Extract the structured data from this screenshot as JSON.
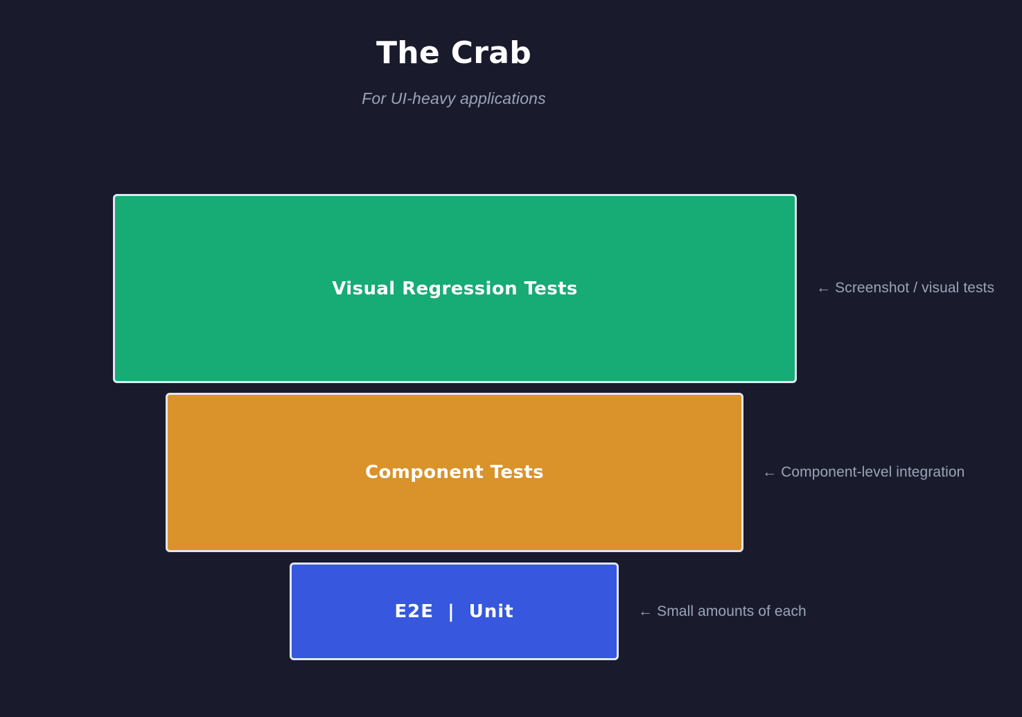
{
  "header": {
    "title": "The Crab",
    "subtitle": "For UI-heavy applications"
  },
  "pyramid": {
    "tiers": [
      {
        "id": "visual-regression-tests",
        "label": "Visual Regression Tests",
        "color": "#17ab76",
        "annotation": "Screenshot / visual tests",
        "arrow": "←"
      },
      {
        "id": "component-tests",
        "label": "Component Tests",
        "color": "#d9932a",
        "annotation": "Component-level integration",
        "arrow": "←"
      },
      {
        "id": "e2e-unit-tests",
        "label": "E2E  |  Unit",
        "color": "#3657de",
        "annotation": "Small amounts of each",
        "arrow": "←"
      }
    ]
  },
  "theme": {
    "background": "#191b2d",
    "border": "#e3e6ee",
    "title_color": "#ffffff",
    "subtitle_color": "#9ba4b6",
    "annotation_color": "#9ba4b6",
    "label_color": "#ffffff"
  }
}
